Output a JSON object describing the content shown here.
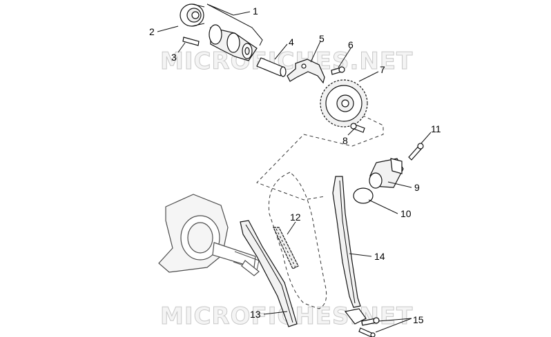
{
  "watermark": {
    "text": "MICROFICHES.NET"
  },
  "callouts": [
    {
      "id": "1",
      "text": "1"
    },
    {
      "id": "2",
      "text": "2"
    },
    {
      "id": "3",
      "text": "3"
    },
    {
      "id": "4",
      "text": "4"
    },
    {
      "id": "5",
      "text": "5"
    },
    {
      "id": "6",
      "text": "6"
    },
    {
      "id": "7",
      "text": "7"
    },
    {
      "id": "8",
      "text": "8"
    },
    {
      "id": "9",
      "text": "9"
    },
    {
      "id": "10",
      "text": "10"
    },
    {
      "id": "11",
      "text": "11"
    },
    {
      "id": "12",
      "text": "12"
    },
    {
      "id": "13",
      "text": "13"
    },
    {
      "id": "14",
      "text": "14"
    },
    {
      "id": "15",
      "text": "15"
    }
  ]
}
